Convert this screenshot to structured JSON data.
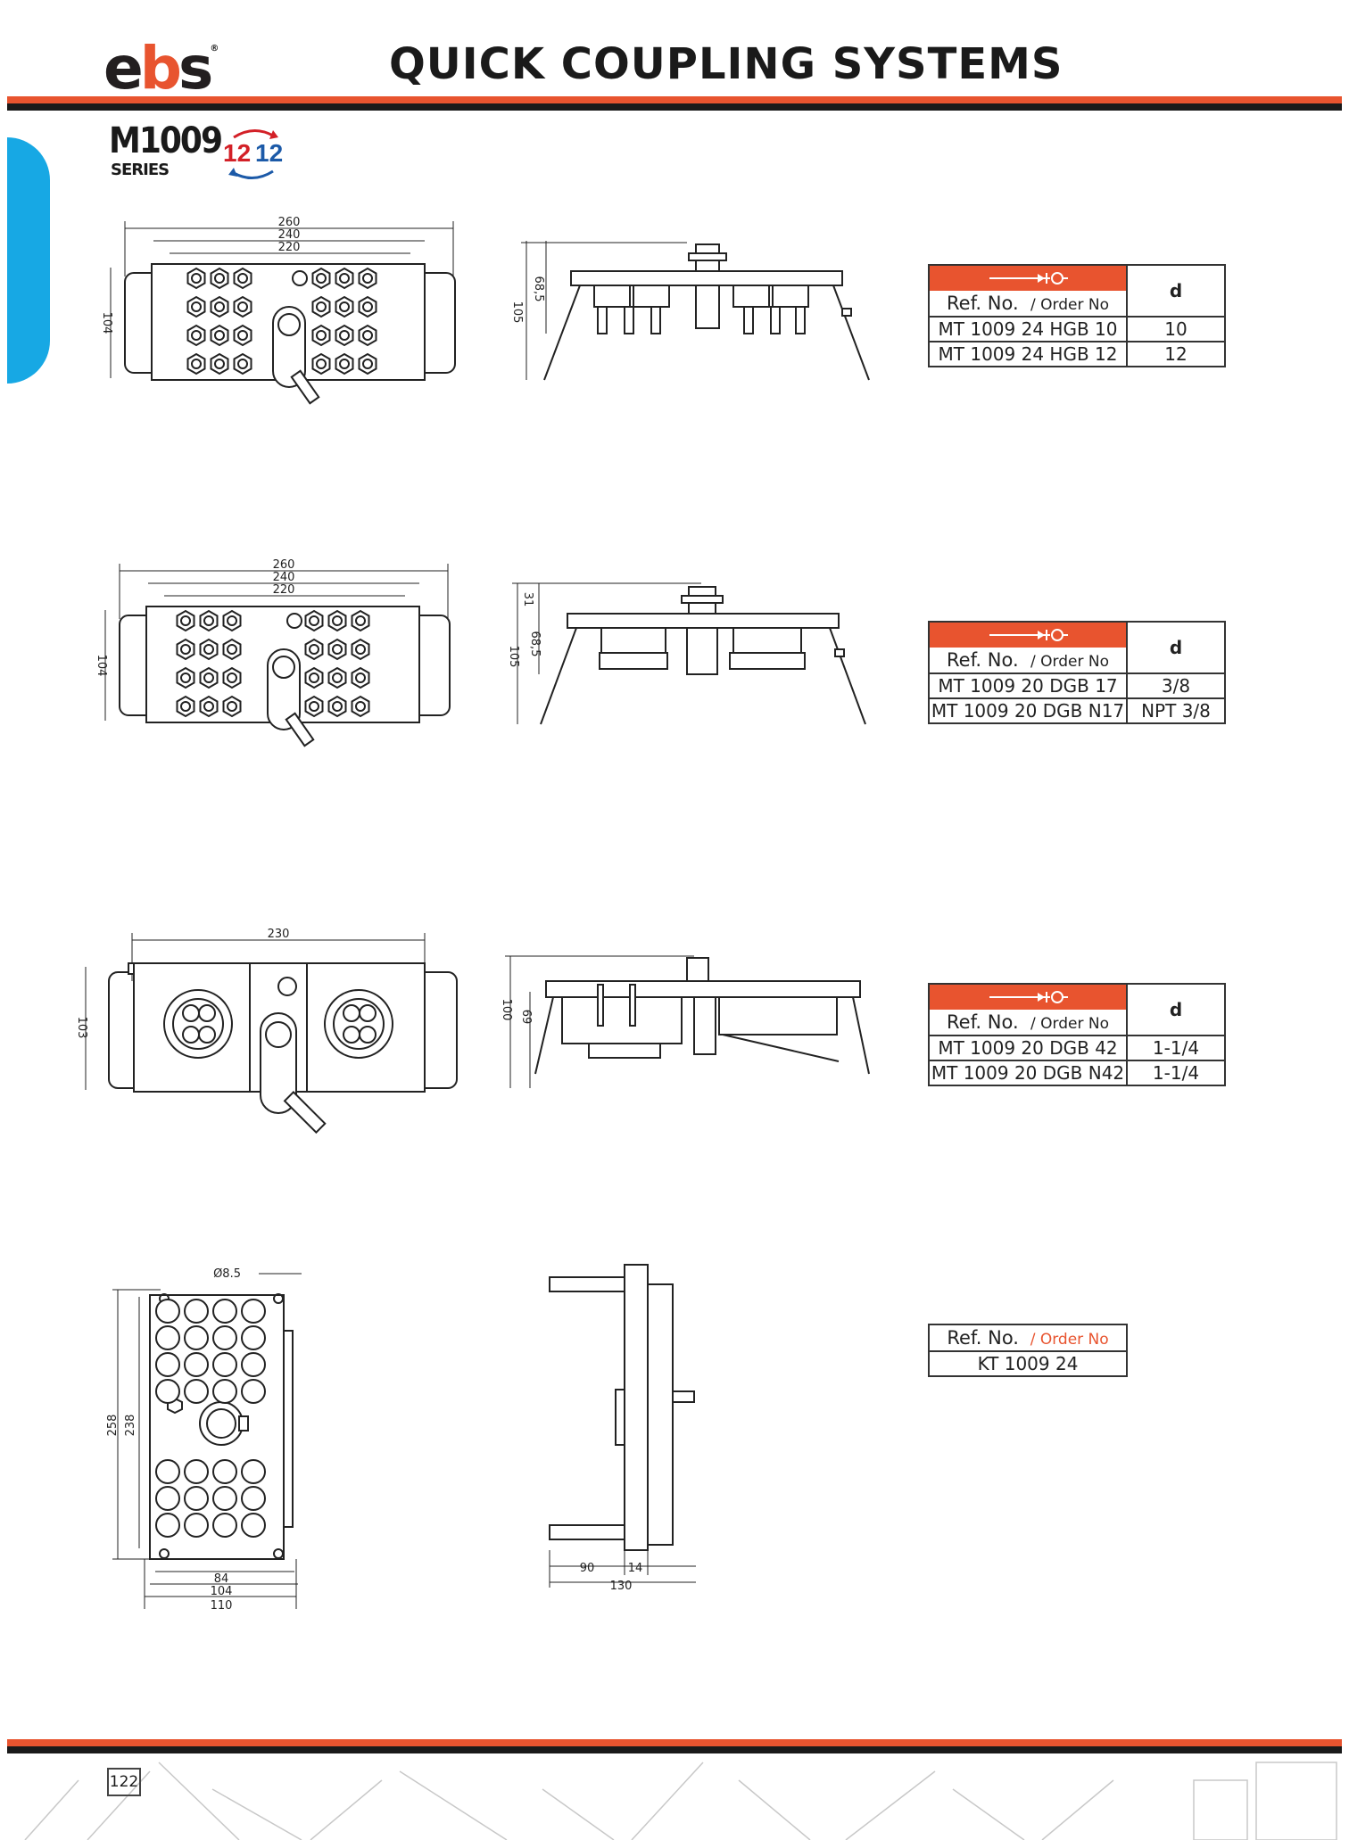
{
  "header": {
    "logo": {
      "e": "e",
      "b": "b",
      "s": "s",
      "reg": "®"
    },
    "title": "QUICK COUPLING SYSTEMS"
  },
  "series": {
    "code": "M1009",
    "word": "SERIES",
    "badge_left": "12",
    "badge_right": "12"
  },
  "colors": {
    "accent": "#e8542f",
    "dark": "#1a1a1a",
    "tab": "#17a8e4"
  },
  "tables": [
    {
      "ref_label": "Ref. No.",
      "order_label": "/ Order No",
      "d_header": "d",
      "rows": [
        {
          "ref": "MT 1009 24 HGB 10",
          "d": "10"
        },
        {
          "ref": "MT 1009 24 HGB 12",
          "d": "12"
        }
      ]
    },
    {
      "ref_label": "Ref. No.",
      "order_label": "/ Order No",
      "d_header": "d",
      "rows": [
        {
          "ref": "MT 1009 20 DGB 17",
          "d": "3/8"
        },
        {
          "ref": "MT 1009 20 DGB N17",
          "d": "NPT 3/8"
        }
      ]
    },
    {
      "ref_label": "Ref. No.",
      "order_label": "/ Order No",
      "d_header": "d",
      "rows": [
        {
          "ref": "MT 1009 20 DGB 42",
          "d": "1-1/4"
        },
        {
          "ref": "MT 1009 20 DGB N42",
          "d": "1-1/4"
        }
      ]
    },
    {
      "ref_label": "Ref. No.",
      "order_label": "/ Order No",
      "rows": [
        {
          "ref": "KT 1009 24"
        }
      ]
    }
  ],
  "drawings": {
    "d1_front": {
      "w260": "260",
      "w240": "240",
      "w220": "220",
      "h104": "104"
    },
    "d1_side": {
      "h105": "105",
      "h68": "68,5"
    },
    "d2_front": {
      "w260": "260",
      "w240": "240",
      "w220": "220",
      "h104": "104"
    },
    "d2_side": {
      "h31": "31",
      "h105": "105",
      "h68": "68,5"
    },
    "d3_front": {
      "w230": "230",
      "h103": "103"
    },
    "d3_side": {
      "h100": "100",
      "h69": "69"
    },
    "d4_front": {
      "hole": "Ø8.5",
      "h258": "258",
      "h238": "238",
      "w84": "84",
      "w104": "104",
      "w110": "110"
    },
    "d4_side": {
      "w90": "90",
      "w14": "14",
      "w130": "130"
    }
  },
  "footer": {
    "page": "122"
  }
}
